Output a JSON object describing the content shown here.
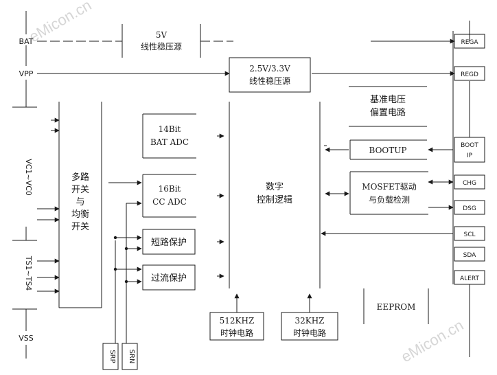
{
  "pins_left": {
    "bat": "BAT",
    "vpp": "VPP",
    "vc": "VC1~VC0",
    "ts": "TS1~TS4",
    "vss": "VSS"
  },
  "pins_bottom": {
    "srp": "SRP",
    "srn": "SRN"
  },
  "pins_right": {
    "rega": "REGA",
    "regd": "REGD",
    "boot_ip": [
      "BOOT",
      "IP"
    ],
    "chg": "CHG",
    "dsg": "DSG",
    "scl": "SCL",
    "sda": "SDA",
    "alert": "ALERT"
  },
  "blocks": {
    "ldo_5v": [
      "5V",
      "线性稳压源"
    ],
    "ldo_25": [
      "2.5V/3.3V",
      "线性稳压源"
    ],
    "mux": [
      "多路",
      "开关",
      "与",
      "均衡",
      "开关"
    ],
    "adc14": [
      "14Bit",
      "BAT ADC"
    ],
    "adc16": [
      "16Bit",
      "CC ADC"
    ],
    "short": "短路保护",
    "over": "过流保护",
    "logic": [
      "数字",
      "控制逻辑"
    ],
    "ref": [
      "基准电压",
      "偏置电路"
    ],
    "bootup": "BOOTUP",
    "mosfet": [
      "MOSFET驱动",
      "与负载检测"
    ],
    "eeprom": "EEPROM",
    "clk512": [
      "512KHZ",
      "时钟电路"
    ],
    "clk32": [
      "32KHZ",
      "时钟电路"
    ]
  },
  "watermark": "eMicon.cn",
  "colors": {
    "line": "#1a1a1a",
    "background": "#ffffff",
    "watermark": "#d6d6d6"
  }
}
